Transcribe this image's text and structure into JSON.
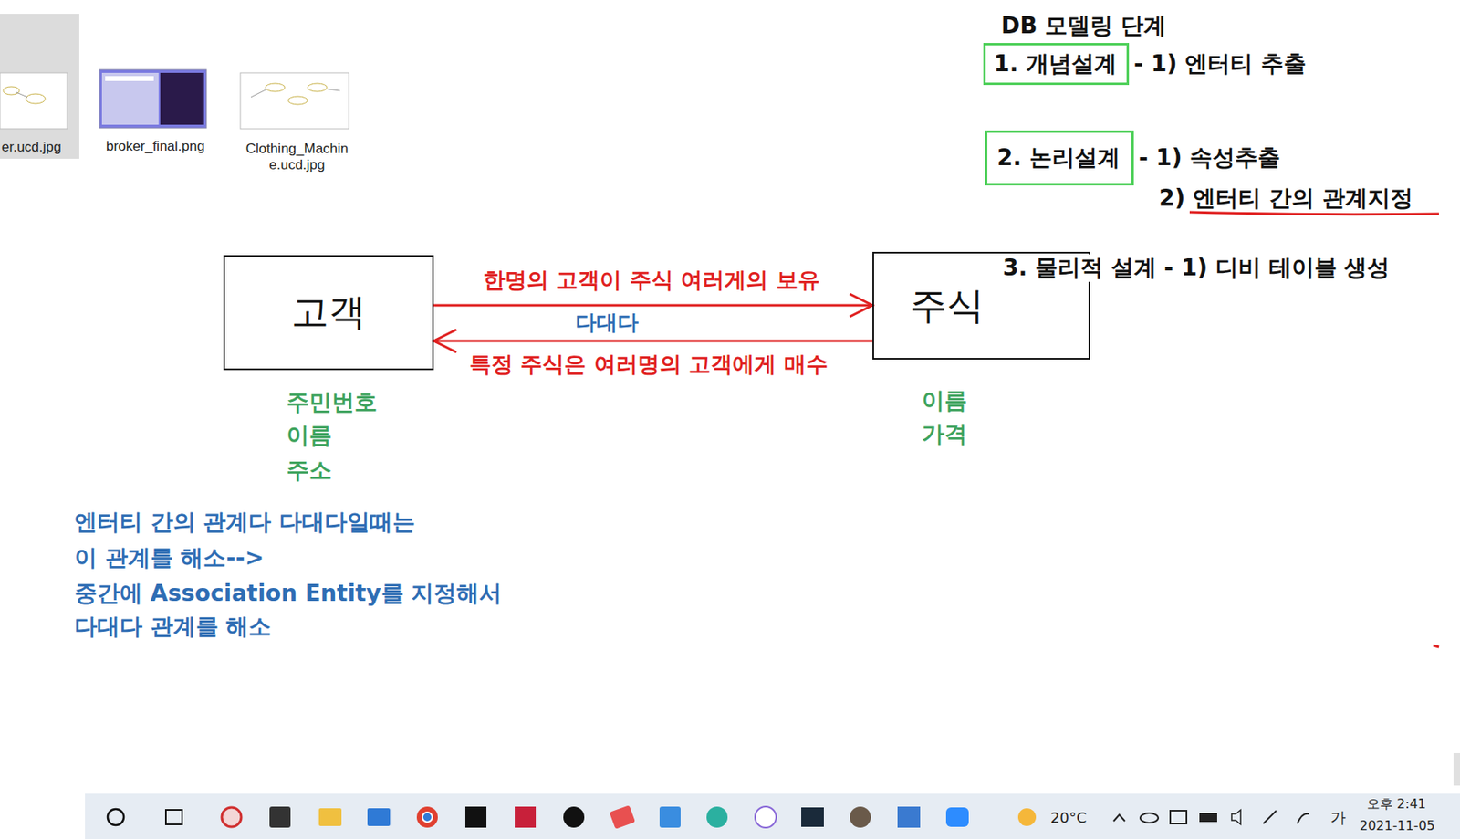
{
  "diagram": {
    "nodes": [
      {
        "text": [
          "1. 개념설계"
        ]
      },
      {
        "text": [
          "2. 논리설계"
        ]
      },
      {
        "text": [
          "고객"
        ]
      },
      {
        "text": [
          "주식"
        ]
      }
    ],
    "edges": [
      {
        "from": 2,
        "to": 3,
        "arrow": "to",
        "label": "한명의 고객이 주식 여러게의 보유"
      },
      {
        "from": 3,
        "to": 2,
        "arrow": "to",
        "label": "특정 주식은 여러명의 고객에게 매수"
      }
    ],
    "labels": [
      "er.ucd.jpg",
      "broker_final.png",
      "Clothing_Machine.ucd.jpg",
      "DB 모델링 단계",
      "- 1) 엔터티 추출",
      "- 1) 속성추출",
      "2) 엔터티 간의 관계지정",
      "3. 물리적 설계 - 1) 디비 테이블 생성",
      "다대다",
      "주민번호",
      "이름",
      "주소",
      "이름",
      "가격",
      "엔터티 간의 관계다 다대다일때는",
      "이 관계를 해소-->",
      "중간에 Association Entity를 지정해서",
      "다대다 관계를 해소",
      "20°C",
      "가",
      "오후 2:41",
      "2021-11-05"
    ]
  }
}
